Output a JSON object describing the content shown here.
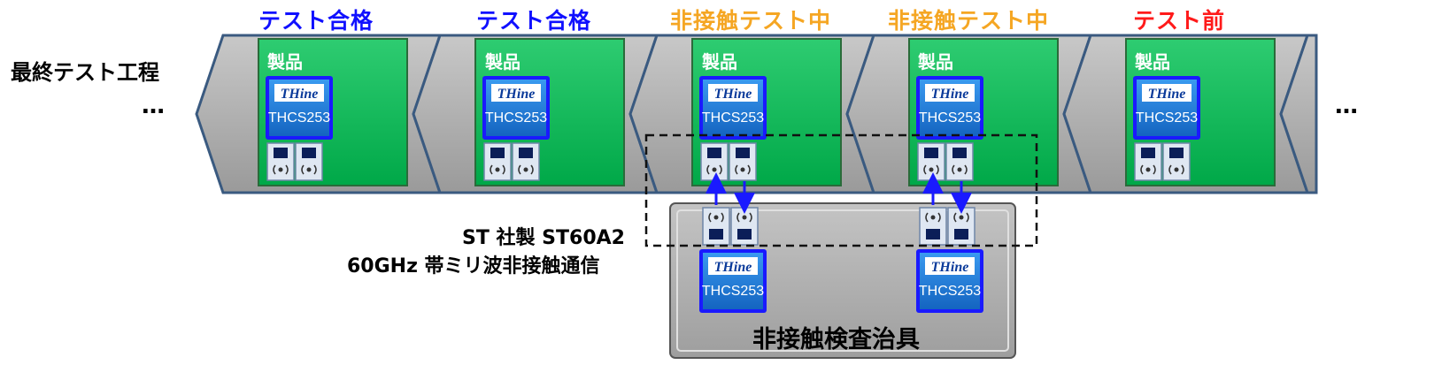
{
  "process_label": "最終テスト工程",
  "ellipsis_left": "…",
  "ellipsis_right": "…",
  "stations": [
    {
      "status": "テスト合格",
      "status_color": "#1010ff",
      "product_label": "製品",
      "chip_logo": "THine",
      "chip_part": "THCS253"
    },
    {
      "status": "テスト合格",
      "status_color": "#1010ff",
      "product_label": "製品",
      "chip_logo": "THine",
      "chip_part": "THCS253"
    },
    {
      "status": "非接触テスト中",
      "status_color": "#f5a623",
      "product_label": "製品",
      "chip_logo": "THine",
      "chip_part": "THCS253"
    },
    {
      "status": "非接触テスト中",
      "status_color": "#f5a623",
      "product_label": "製品",
      "chip_logo": "THine",
      "chip_part": "THCS253"
    },
    {
      "status": "テスト前",
      "status_color": "#ff1a1a",
      "product_label": "製品",
      "chip_logo": "THine",
      "chip_part": "THCS253"
    }
  ],
  "fixture": {
    "label": "非接触検査治具",
    "chips": [
      {
        "chip_logo": "THine",
        "chip_part": "THCS253"
      },
      {
        "chip_logo": "THine",
        "chip_part": "THCS253"
      }
    ]
  },
  "comm_label_line1": "ST 社製 ST60A2",
  "comm_label_line2": "60GHz 帯ミリ波非接触通信",
  "colors": {
    "band_fill": "#b3b3b3",
    "band_stroke": "#3a5a80",
    "product_green": "#00b050",
    "chip_blue": "#1f7ad6",
    "chip_border": "#1a1aff",
    "arrow_blue": "#1a1aff"
  }
}
